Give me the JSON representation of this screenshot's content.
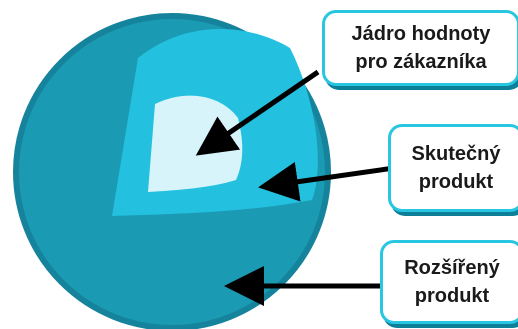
{
  "diagram": {
    "layers": [
      {
        "id": "augmented",
        "color": "#1b9ab3",
        "label_lines": [
          "Rozšířený",
          "produkt"
        ]
      },
      {
        "id": "actual",
        "color": "#23c0df",
        "label_lines": [
          "Skutečný",
          "produkt"
        ]
      },
      {
        "id": "core",
        "color": "#d8f4fb",
        "label_lines": [
          "Jádro hodnoty",
          "pro zákazníka"
        ]
      }
    ],
    "colors": {
      "outer_sphere": "#1b9ab3",
      "outer_rim": "#15839b",
      "middle_layer": "#23c0df",
      "core": "#d8f4fb",
      "box_border": "#28c6e0",
      "box_shadow": "#0e7f99",
      "arrow": "#000000"
    }
  }
}
